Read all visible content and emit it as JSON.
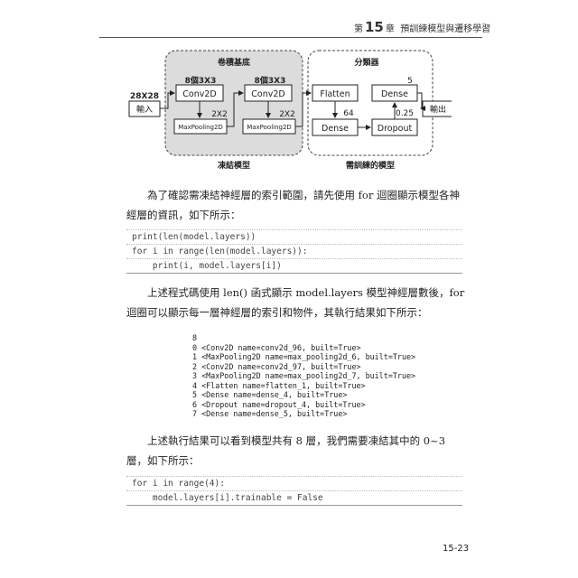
{
  "header": {
    "chapter_prefix": "第",
    "chapter_number": "15",
    "chapter_suffix": "章",
    "chapter_title": "預訓練模型與遷移學習"
  },
  "diagram": {
    "conv_base_title": "卷積基底",
    "classifier_title": "分類器",
    "frozen_label": "凍結模型",
    "trainable_label": "需訓練的模型",
    "input_size": "28X28",
    "input_box": "輸入",
    "output_box": "輸出",
    "conv1_filter": "8個3X3",
    "conv1_box": "Conv2D",
    "pool1_box": "MaxPooling2D",
    "pool1_size": "2X2",
    "conv2_filter": "8個3X3",
    "conv2_box": "Conv2D",
    "pool2_box": "MaxPooling2D",
    "pool2_size": "2X2",
    "flatten_box": "Flatten",
    "dense1_box": "Dense",
    "dense1_units": "64",
    "dropout_box": "Dropout",
    "dropout_rate": "0.25",
    "dense2_box": "Dense",
    "dense2_units": "5"
  },
  "paragraph1": "為了確認需凍結神經層的索引範圍，請先使用 for 迴圈顯示模型各神經層的資訊，如下所示：",
  "code1": [
    "print(len(model.layers))",
    "for i in range(len(model.layers)):",
    "    print(i, model.layers[i])"
  ],
  "paragraph2": "上述程式碼使用 len() 函式顯示 model.layers 模型神經層數後，for 迴圈可以顯示每一層神經層的索引和物件，其執行結果如下所示：",
  "output": [
    "8",
    "0 <Conv2D name=conv2d_96, built=True>",
    "1 <MaxPooling2D name=max_pooling2d_6, built=True>",
    "2 <Conv2D name=conv2d_97, built=True>",
    "3 <MaxPooling2D name=max_pooling2d_7, built=True>",
    "4 <Flatten name=flatten_1, built=True>",
    "5 <Dense name=dense_4, built=True>",
    "6 <Dropout name=dropout_4, built=True>",
    "7 <Dense name=dense_5, built=True>"
  ],
  "paragraph3": "上述執行結果可以看到模型共有 8 層，我們需要凍結其中的 0~3 層，如下所示：",
  "code2": [
    "for i in range(4):",
    "    model.layers[i].trainable = False"
  ],
  "page_number": "15-23"
}
